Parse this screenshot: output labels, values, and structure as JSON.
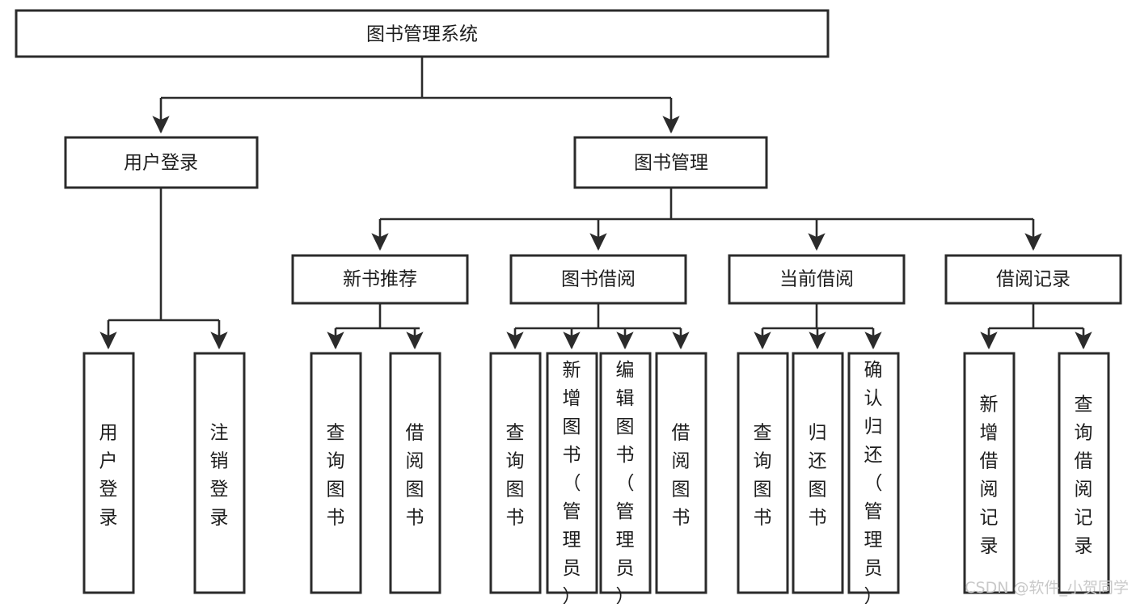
{
  "diagram": {
    "type": "tree-hierarchy",
    "title": "图书管理系统",
    "root": {
      "id": "root",
      "label": "图书管理系统",
      "orientation": "horizontal"
    },
    "level2": [
      {
        "id": "user-login",
        "label": "用户登录",
        "orientation": "horizontal"
      },
      {
        "id": "book-management",
        "label": "图书管理",
        "orientation": "horizontal"
      }
    ],
    "level3": [
      {
        "id": "new-book-recommend",
        "label": "新书推荐",
        "orientation": "horizontal",
        "parent": "book-management"
      },
      {
        "id": "book-borrow",
        "label": "图书借阅",
        "orientation": "horizontal",
        "parent": "book-management"
      },
      {
        "id": "current-borrow",
        "label": "当前借阅",
        "orientation": "horizontal",
        "parent": "book-management"
      },
      {
        "id": "borrow-record",
        "label": "借阅记录",
        "orientation": "horizontal",
        "parent": "book-management"
      }
    ],
    "leaves": [
      {
        "id": "leaf-user-login",
        "label": "用户登录",
        "orientation": "vertical",
        "parent": "user-login"
      },
      {
        "id": "leaf-logout",
        "label": "注销登录",
        "orientation": "vertical",
        "parent": "user-login"
      },
      {
        "id": "leaf-query-book-1",
        "label": "查询图书",
        "orientation": "vertical",
        "parent": "new-book-recommend"
      },
      {
        "id": "leaf-borrow-book-1",
        "label": "借阅图书",
        "orientation": "vertical",
        "parent": "new-book-recommend"
      },
      {
        "id": "leaf-query-book-2",
        "label": "查询图书",
        "orientation": "vertical",
        "parent": "book-borrow"
      },
      {
        "id": "leaf-add-book",
        "label": "新增图书（管理员）",
        "orientation": "vertical",
        "parent": "book-borrow"
      },
      {
        "id": "leaf-edit-book",
        "label": "编辑图书（管理员）",
        "orientation": "vertical",
        "parent": "book-borrow"
      },
      {
        "id": "leaf-borrow-book-2",
        "label": "借阅图书",
        "orientation": "vertical",
        "parent": "book-borrow"
      },
      {
        "id": "leaf-query-book-3",
        "label": "查询图书",
        "orientation": "vertical",
        "parent": "current-borrow"
      },
      {
        "id": "leaf-return-book",
        "label": "归还图书",
        "orientation": "vertical",
        "parent": "current-borrow"
      },
      {
        "id": "leaf-confirm-return",
        "label": "确认归还（管理员）",
        "orientation": "vertical",
        "parent": "current-borrow"
      },
      {
        "id": "leaf-add-record",
        "label": "新增借阅记录",
        "orientation": "vertical",
        "parent": "borrow-record"
      },
      {
        "id": "leaf-query-record",
        "label": "查询借阅记录",
        "orientation": "vertical",
        "parent": "borrow-record"
      }
    ]
  },
  "watermark": {
    "text": "CSDN @软件_小贺同学"
  },
  "colors": {
    "box_stroke": "#2b2b2b",
    "box_fill": "#ffffff",
    "text": "#1d1d1d",
    "connector": "#2b2b2b",
    "watermark": "#c9c9c9",
    "background": "#ffffff"
  }
}
